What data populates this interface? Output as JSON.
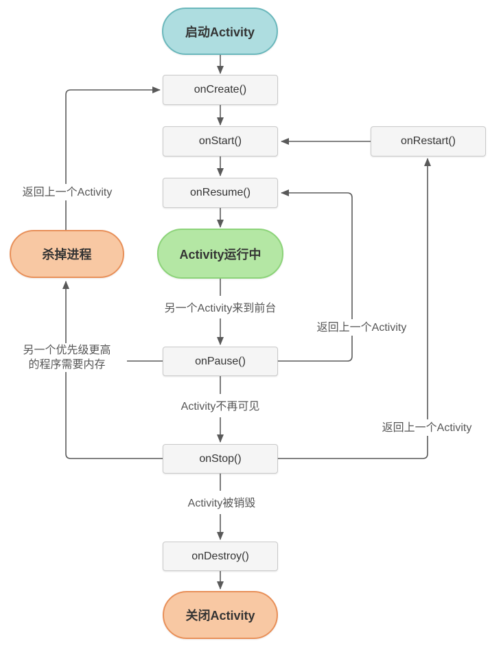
{
  "colors": {
    "connector": "#595959",
    "box_fill": "#f5f5f5",
    "box_border": "#c9c9c9",
    "start_fill": "#aedde0",
    "start_border": "#6ab7bb",
    "running_fill": "#b4e7a4",
    "running_border": "#8cd379",
    "terminal_fill": "#f8c8a3",
    "terminal_border": "#e88f58"
  },
  "nodes": {
    "start": {
      "label": "启动Activity"
    },
    "oncreate": {
      "label": "onCreate()"
    },
    "onstart": {
      "label": "onStart()"
    },
    "onresume": {
      "label": "onResume()"
    },
    "running": {
      "label": "Activity运行中"
    },
    "kill": {
      "label": "杀掉进程"
    },
    "onpause": {
      "label": "onPause()"
    },
    "onstop": {
      "label": "onStop()"
    },
    "ondestroy": {
      "label": "onDestroy()"
    },
    "close": {
      "label": "关闭Activity"
    },
    "onrestart": {
      "label": "onRestart()"
    }
  },
  "edge_labels": {
    "back_to_previous_left": "返回上一个Activity",
    "another_to_foreground": "另一个Activity来到前台",
    "back_to_previous_mid": "返回上一个Activity",
    "higher_priority_line1": "另一个优先级更高",
    "higher_priority_line2": "的程序需要内存",
    "no_longer_visible": "Activity不再可见",
    "back_to_previous_right": "返回上一个Activity",
    "destroyed": "Activity被销毁"
  }
}
